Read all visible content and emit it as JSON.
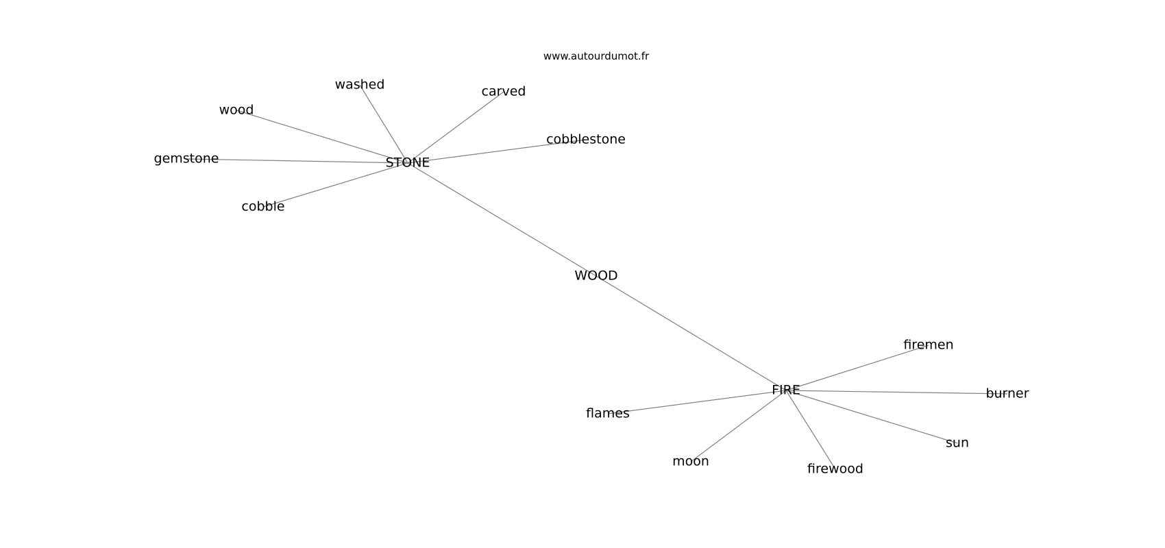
{
  "watermark": "www.autourdumot.fr",
  "graph": {
    "nodes": [
      {
        "id": "stone",
        "label": "STONE"
      },
      {
        "id": "wood_center",
        "label": "WOOD"
      },
      {
        "id": "fire",
        "label": "FIRE"
      },
      {
        "id": "washed",
        "label": "washed"
      },
      {
        "id": "carved",
        "label": "carved"
      },
      {
        "id": "wood",
        "label": "wood"
      },
      {
        "id": "cobblestone",
        "label": "cobblestone"
      },
      {
        "id": "gemstone",
        "label": "gemstone"
      },
      {
        "id": "cobble",
        "label": "cobble"
      },
      {
        "id": "firemen",
        "label": "firemen"
      },
      {
        "id": "burner",
        "label": "burner"
      },
      {
        "id": "flames",
        "label": "flames"
      },
      {
        "id": "sun",
        "label": "sun"
      },
      {
        "id": "moon",
        "label": "moon"
      },
      {
        "id": "firewood",
        "label": "firewood"
      }
    ],
    "edges": [
      [
        "stone",
        "washed"
      ],
      [
        "stone",
        "carved"
      ],
      [
        "stone",
        "wood"
      ],
      [
        "stone",
        "cobblestone"
      ],
      [
        "stone",
        "gemstone"
      ],
      [
        "stone",
        "cobble"
      ],
      [
        "stone",
        "wood_center"
      ],
      [
        "wood_center",
        "fire"
      ],
      [
        "fire",
        "firemen"
      ],
      [
        "fire",
        "burner"
      ],
      [
        "fire",
        "flames"
      ],
      [
        "fire",
        "sun"
      ],
      [
        "fire",
        "moon"
      ],
      [
        "fire",
        "firewood"
      ]
    ]
  }
}
